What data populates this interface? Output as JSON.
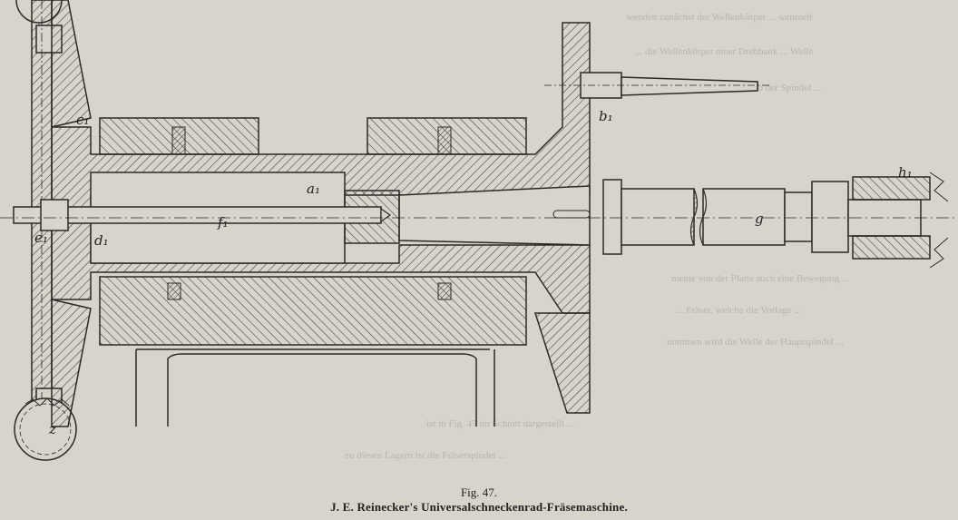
{
  "figure": {
    "number": "Fig. 47.",
    "title": "J. E. Reinecker's Universalschneckenrad-Fräsemaschine."
  },
  "part_labels": {
    "c1": "c₁",
    "e1": "e₁",
    "d1": "d₁",
    "a1": "a₁",
    "f1": "f₁",
    "b1": "b₁",
    "g": "g",
    "h1": "h₁",
    "z": "z"
  },
  "bleed_text": [
    "wenden zunächst der Wellenkörper ... sammelt",
    "... die Wellenkörper einer Drehbank ... Welle",
    "... beschrieben zum Antrieb der Spindel ...",
    "mente von der Platte auch eine Bewegung ...",
    "... Fräser, welche die Vorlage ...",
    "nommen wird die Welle der Hauptspindel ...",
    "ist in Fig. 47 im Schnitt dargestellt ...",
    "zu diesen Lagern ist die Fräserspindel ..."
  ],
  "colors": {
    "paper": "#d7d4cb",
    "ink": "#2b2a27",
    "hatch": "#3a3935"
  }
}
